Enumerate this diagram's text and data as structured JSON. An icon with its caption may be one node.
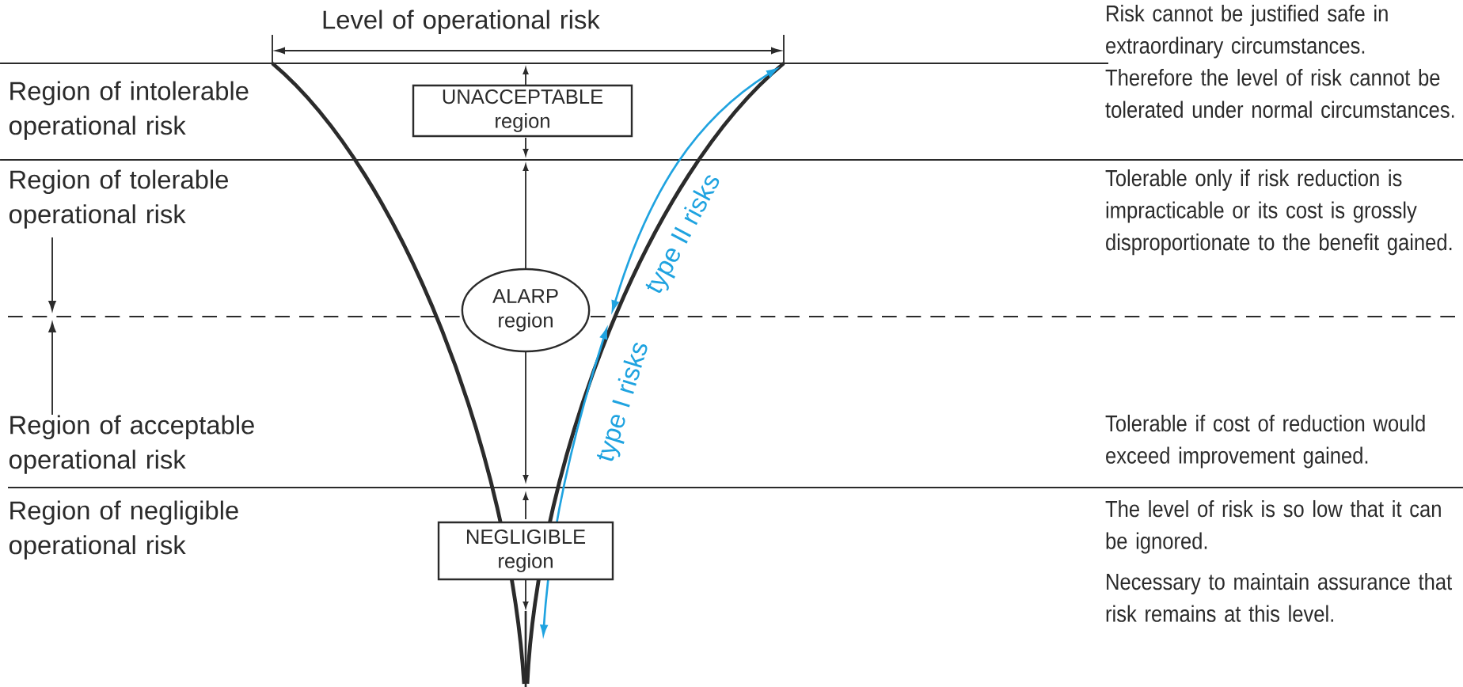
{
  "diagram": {
    "nodes": [
      {
        "text": [
          "UNACCEPTABLE region"
        ]
      },
      {
        "text": [
          "ALARP region"
        ]
      },
      {
        "text": [
          "NEGLIGIBLE region"
        ]
      }
    ],
    "labels": [
      "Level of operational risk",
      "Region of intolerable operational risk",
      "Risk cannot be justified safe in extraordinary circumstances. Therefore the level of risk cannot be tolerated under normal circumstances.",
      "Region of tolerable operational risk",
      "Tolerable only if risk reduction is impracticable or its cost is grossly disproportionate to the benefit gained.",
      "type II risks",
      "type I risks",
      "Region of acceptable operational risk",
      "Tolerable if cost of reduction would exceed improvement gained.",
      "Region of negligible operational risk",
      "The level of risk is so low that it can be ignored.",
      "Necessary to maintain assurance that risk remains at this level."
    ]
  }
}
